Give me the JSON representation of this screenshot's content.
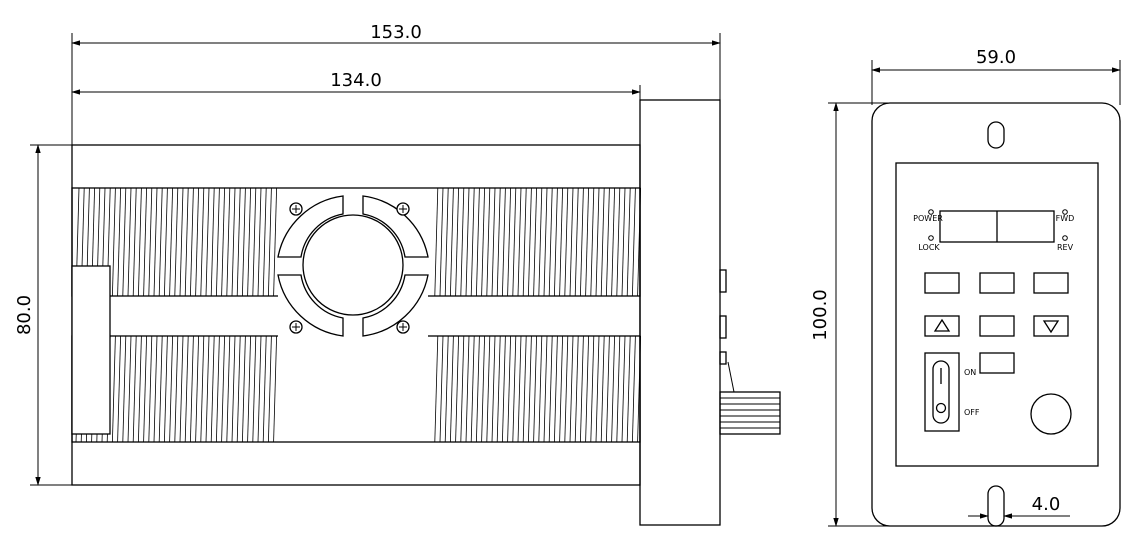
{
  "dimensions": {
    "overall_length": "153.0",
    "body_length": "134.0",
    "side_height": "80.0",
    "front_width": "59.0",
    "front_height": "100.0",
    "slot_width": "4.0"
  },
  "panel_labels": {
    "power": "POWER",
    "lock": "LOCK",
    "fwd": "FWD",
    "rev": "REV",
    "on": "ON",
    "off": "OFF"
  }
}
